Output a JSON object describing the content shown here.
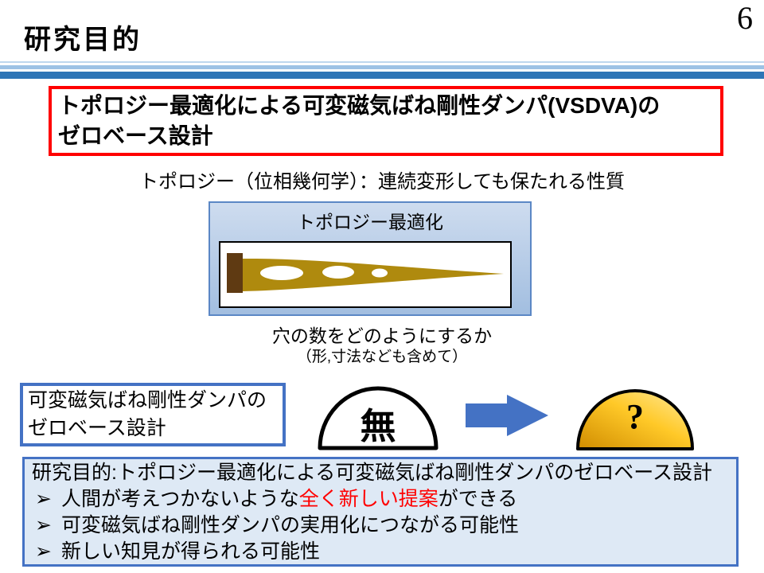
{
  "slide": {
    "page_number": "6",
    "title": "研究目的"
  },
  "headline_box": {
    "line1": "トポロジー最適化による可変磁気ばね剛性ダンパ(VSDVA)の",
    "line2": "ゼロベース設計"
  },
  "topology_definition": "トポロジー（位相幾何学）：連続変形しても保たれる性質",
  "topology_panel": {
    "label": "トポロジー最適化"
  },
  "caption": {
    "line1": "穴の数をどのようにするか",
    "line2": "（形,寸法なども含めて）"
  },
  "zero_base_box": {
    "line1": "可変磁気ばね剛性ダンパの",
    "line2": "ゼロベース設計"
  },
  "transformation": {
    "before_label": "無",
    "after_label": "?"
  },
  "purpose_box": {
    "heading": "研究目的:トポロジー最適化による可変磁気ばね剛性ダンパのゼロベース設計",
    "bullet_char": "➢",
    "bullets": [
      {
        "pre": "人間が考えつかないような",
        "highlight": "全く新しい提案",
        "post": "ができる"
      },
      {
        "pre": "可変磁気ばね剛性ダンパの実用化につながる可能性",
        "highlight": "",
        "post": ""
      },
      {
        "pre": "新しい知見が得られる可能性",
        "highlight": "",
        "post": ""
      }
    ]
  },
  "colors": {
    "accent_blue": "#4472C4",
    "divider_dark": "#2E75B6",
    "divider_mid": "#9CC2E5",
    "divider_light": "#BDD7EE",
    "alert_red": "#FF0000",
    "beam_gold": "#AF8A0E",
    "support_brown": "#5F3A12",
    "panel_blue_top": "#CEDCEF",
    "panel_blue_bottom": "#A2BEE0",
    "panel_border": "#5B87C5",
    "purpose_bg": "#DEE9F5",
    "gold_dark": "#D08C00",
    "gold_mid": "#FFC928",
    "gold_light": "#FFEBA0"
  }
}
